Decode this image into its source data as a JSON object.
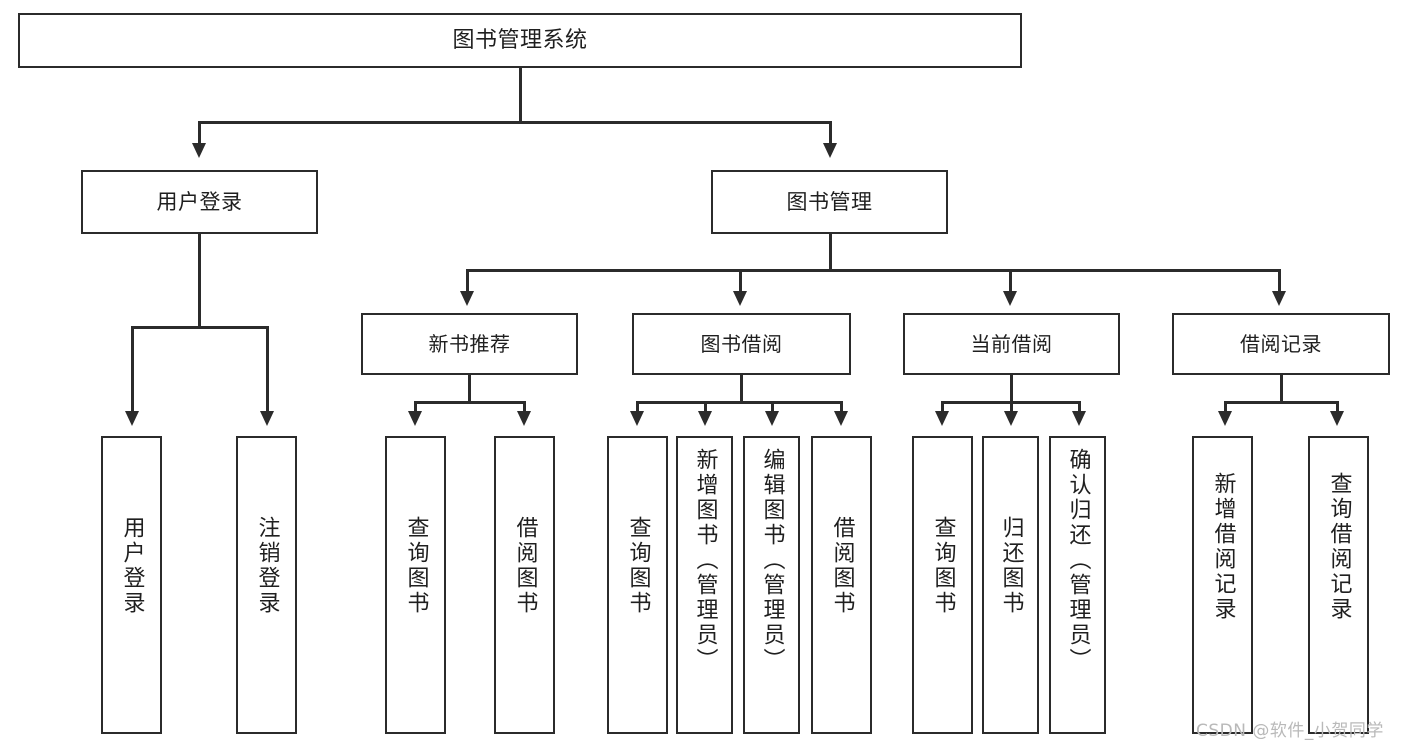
{
  "diagram": {
    "title": "图书管理系统",
    "type": "hierarchy-tree",
    "watermark": "CSDN @软件_小贺同学",
    "colors": {
      "stroke": "#2b2b2b",
      "fill": "#ffffff",
      "text": "#1f1f1f",
      "watermark": "#b9b9b9"
    }
  },
  "nodes": {
    "root": {
      "label": "图书管理系统"
    },
    "level2": [
      {
        "label": "用户登录"
      },
      {
        "label": "图书管理"
      }
    ],
    "level3": [
      {
        "label": "新书推荐"
      },
      {
        "label": "图书借阅"
      },
      {
        "label": "当前借阅"
      },
      {
        "label": "借阅记录"
      }
    ],
    "leaves": {
      "user_login": [
        {
          "label": "用户登录"
        },
        {
          "label": "注销登录"
        }
      ],
      "new_book_recommend": [
        {
          "label": "查询图书"
        },
        {
          "label": "借阅图书"
        }
      ],
      "book_borrow": [
        {
          "label": "查询图书"
        },
        {
          "label": "新增图书（管理员）"
        },
        {
          "label": "编辑图书（管理员）"
        },
        {
          "label": "借阅图书"
        }
      ],
      "current_borrow": [
        {
          "label": "查询图书"
        },
        {
          "label": "归还图书"
        },
        {
          "label": "确认归还（管理员）"
        }
      ],
      "borrow_record": [
        {
          "label": "新增借阅记录"
        },
        {
          "label": "查询借阅记录"
        }
      ]
    }
  }
}
